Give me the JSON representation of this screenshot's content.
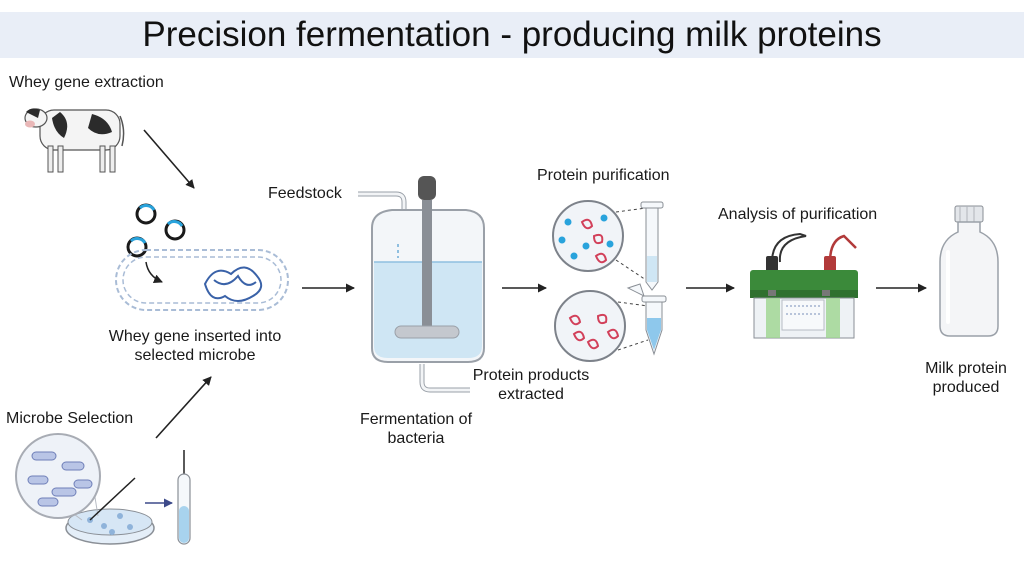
{
  "title": "Precision fermentation - producing milk proteins",
  "labels": {
    "whey_gene_extraction": "Whey gene extraction",
    "whey_gene_inserted_line1": "Whey gene inserted into",
    "whey_gene_inserted_line2": "selected microbe",
    "microbe_selection": "Microbe Selection",
    "feedstock": "Feedstock",
    "fermentation_line1": "Fermentation of",
    "fermentation_line2": "bacteria",
    "protein_purification": "Protein purification",
    "protein_products_line1": "Protein products",
    "protein_products_line2": "extracted",
    "analysis_of_purification": "Analysis of purification",
    "milk_protein_line1": "Milk protein",
    "milk_protein_line2": "produced"
  },
  "icons": [
    "cow-icon",
    "plasmid-icon",
    "microbe-cell-icon",
    "petri-dish-icon",
    "test-tube-icon",
    "bioreactor-icon",
    "magnifier-icon",
    "centrifuge-column-icon",
    "gel-electrophoresis-icon",
    "milk-bottle-icon"
  ],
  "colors": {
    "title_bg": "#e9eef7",
    "plasmid_accent": "#29a3dc",
    "dna": "#3a62a8",
    "liquid": "#cfe6f4",
    "protein": "#d2405a",
    "gel_lid": "#3b8a3a",
    "arrow": "#222222"
  }
}
